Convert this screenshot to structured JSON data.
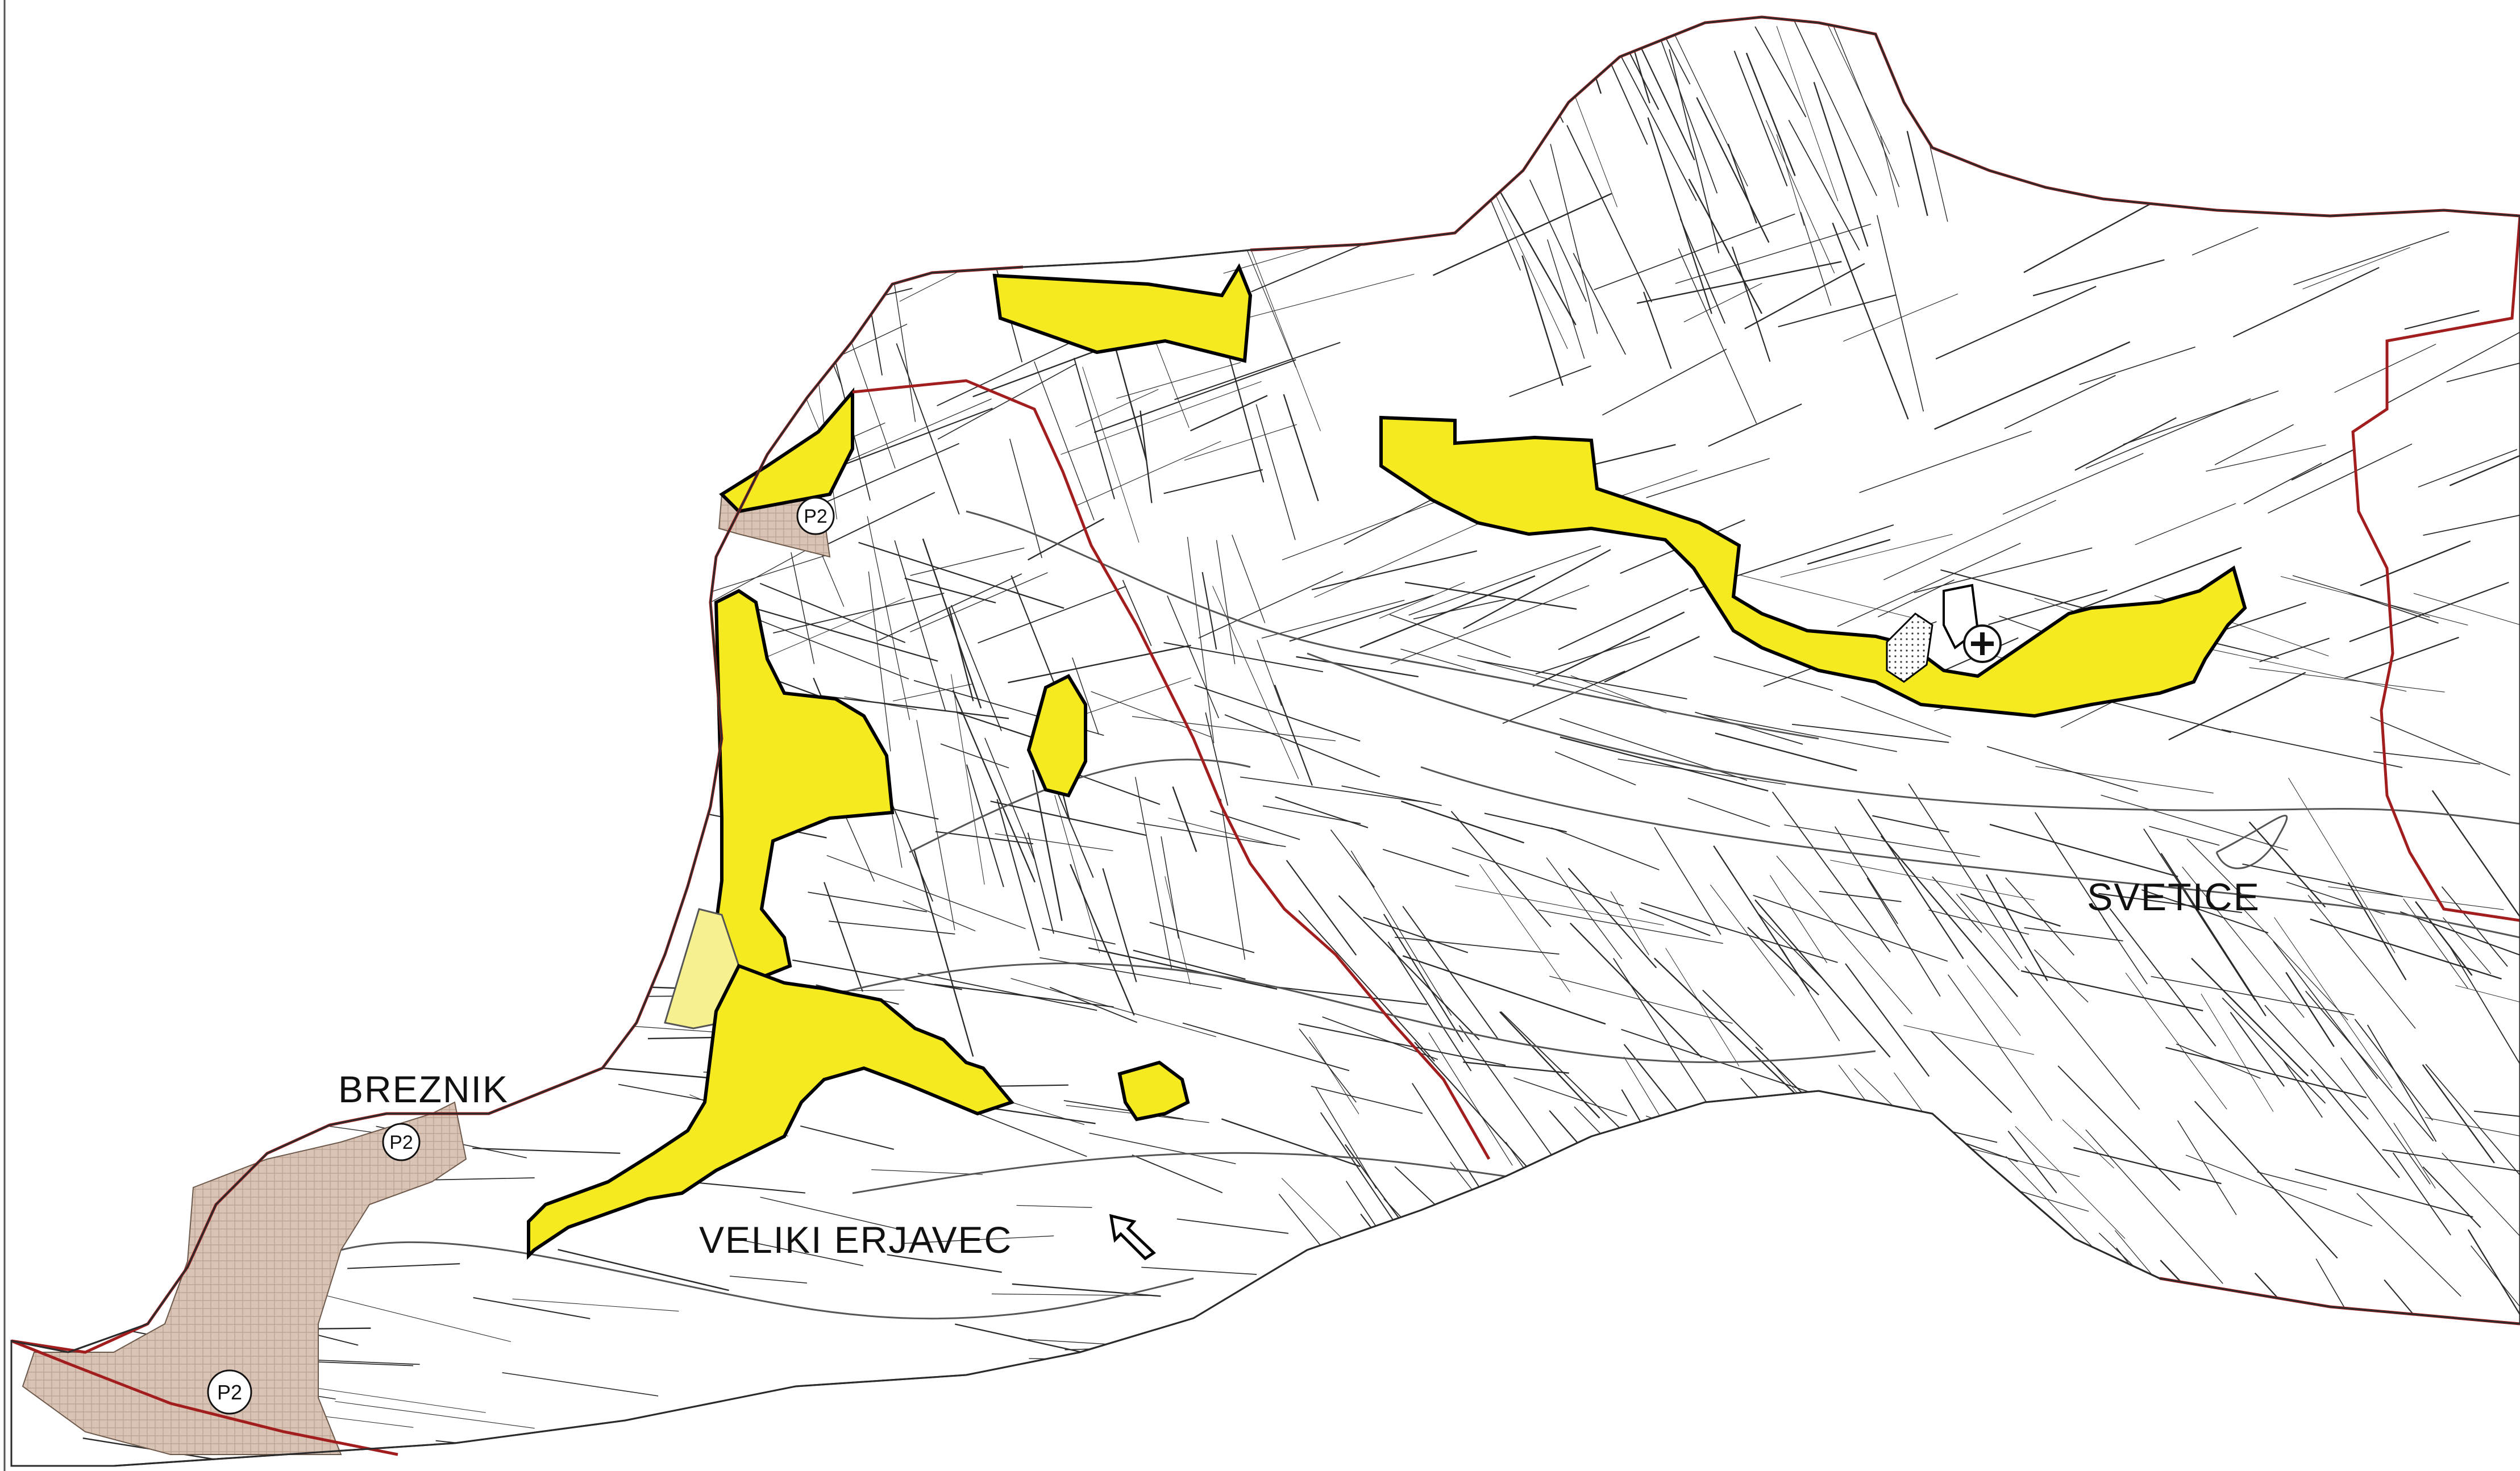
{
  "map": {
    "colors": {
      "background": "#ffffff",
      "parcel_line": "#2b2b2b",
      "boundary": "#a21d1d",
      "highlight_yellow": "#f4ea1f",
      "highlight_pale": "#f7f08e",
      "brown_zone": "#d9c3b4",
      "outline_thick": "#000000"
    },
    "place_labels": {
      "breznik": "BREZNIK",
      "veliki_erjavec": "VELIKI ERJAVEC",
      "svetice": "SVETICE"
    },
    "zone_badges": [
      {
        "id": "badge-1",
        "label": "P2"
      },
      {
        "id": "badge-2",
        "label": "P2"
      },
      {
        "id": "badge-3",
        "label": "P2"
      }
    ],
    "icons": {
      "church_cross": "church-cross-icon",
      "pointer_arrow": "pointer-arrow-icon"
    }
  }
}
